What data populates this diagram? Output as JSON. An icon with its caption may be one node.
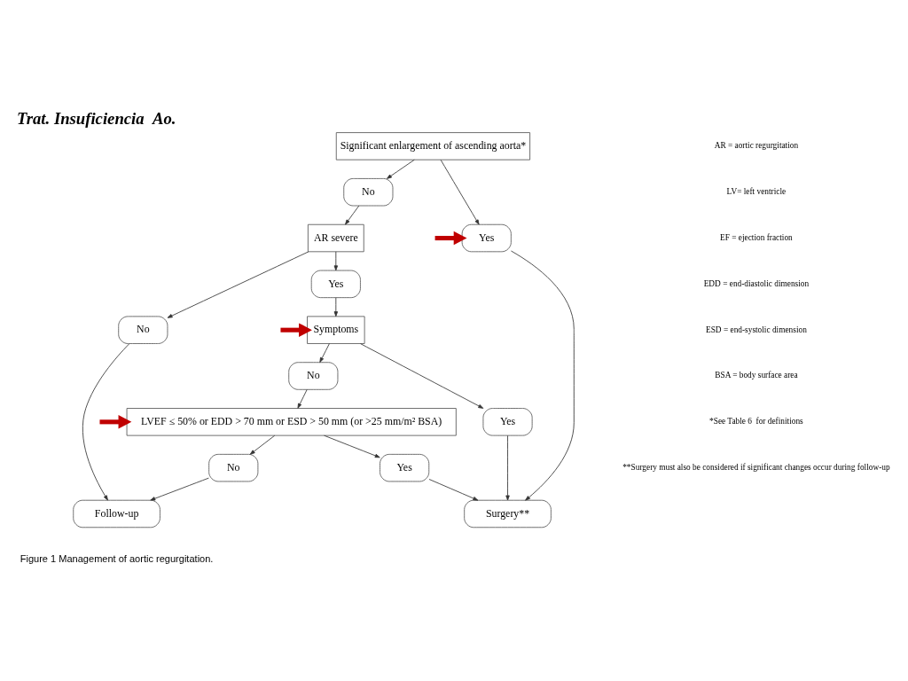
{
  "diagram": {
    "title": "Trat. Insuficiencia  Ao.",
    "caption": "Figure 1 Management of aortic regurgitation.",
    "nodes": [
      {
        "text": [
          "Significant enlargement of ascending aorta*"
        ]
      },
      {
        "text": [
          "No"
        ]
      },
      {
        "text": [
          "Yes"
        ]
      },
      {
        "text": [
          "AR severe"
        ]
      },
      {
        "text": [
          "No"
        ]
      },
      {
        "text": [
          "Yes"
        ]
      },
      {
        "text": [
          "Symptoms"
        ]
      },
      {
        "text": [
          "No"
        ]
      },
      {
        "text": [
          "Yes"
        ]
      },
      {
        "text": [
          "LVEF ≤ 50% or EDD > 70 mm or ESD > 50 mm (or >25 mm/m² BSA)"
        ]
      },
      {
        "text": [
          "No"
        ]
      },
      {
        "text": [
          "Yes"
        ]
      },
      {
        "text": [
          "Follow-up"
        ]
      },
      {
        "text": [
          "Surgery**"
        ]
      }
    ],
    "edges": [
      {
        "from": 0,
        "to": 1,
        "arrow": "to"
      },
      {
        "from": 0,
        "to": 2,
        "arrow": "to"
      },
      {
        "from": 1,
        "to": 3,
        "arrow": "to"
      },
      {
        "from": 3,
        "to": 4,
        "arrow": "to"
      },
      {
        "from": 3,
        "to": 5,
        "arrow": "to"
      },
      {
        "from": 5,
        "to": 6,
        "arrow": "to"
      },
      {
        "from": 6,
        "to": 7,
        "arrow": "to"
      },
      {
        "from": 6,
        "to": 8,
        "arrow": "to"
      },
      {
        "from": 7,
        "to": 9,
        "arrow": "to"
      },
      {
        "from": 9,
        "to": 10,
        "arrow": "to"
      },
      {
        "from": 9,
        "to": 11,
        "arrow": "to"
      },
      {
        "from": 4,
        "to": 12,
        "arrow": "to"
      },
      {
        "from": 10,
        "to": 12,
        "arrow": "to"
      },
      {
        "from": 11,
        "to": 13,
        "arrow": "to"
      },
      {
        "from": 8,
        "to": 13,
        "arrow": "to"
      },
      {
        "from": 2,
        "to": 13,
        "arrow": "to"
      },
      {
        "from": null,
        "to": 2,
        "arrow": "to",
        "style": "thick",
        "color": "#c00000"
      },
      {
        "from": null,
        "to": 6,
        "arrow": "to",
        "style": "thick",
        "color": "#c00000"
      },
      {
        "from": null,
        "to": 9,
        "arrow": "to",
        "style": "thick",
        "color": "#c00000"
      }
    ],
    "labels": [
      "AR = aortic regurgitation",
      "LV= left ventricle",
      "EF = ejection fraction",
      "EDD = end-diastolic dimension",
      "ESD = end-systolic dimension",
      "BSA = body surface area",
      "*See Table 6  for definitions",
      "**Surgery must also be considered if significant changes occur during follow-up"
    ]
  }
}
